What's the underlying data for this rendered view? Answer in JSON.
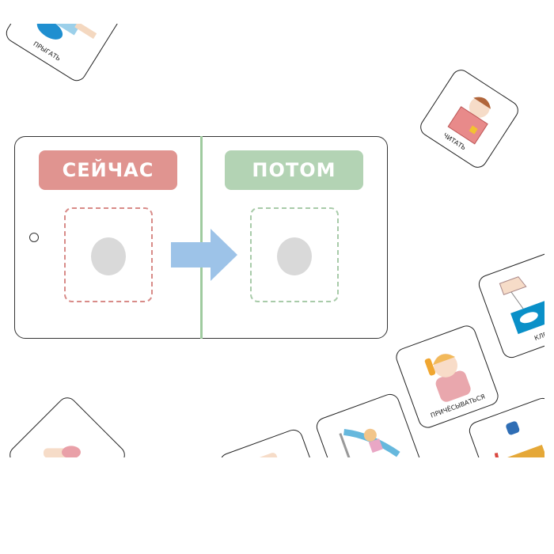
{
  "board": {
    "now_label": "СЕЙЧАС",
    "then_label": "ПОТОМ",
    "now_color": "#e09490",
    "then_color": "#b3d3b4",
    "arrow_color": "#9dc3e8"
  },
  "cards": [
    {
      "label": "ПРЫГАТЬ"
    },
    {
      "label": "ЧИТАТЬ"
    },
    {
      "label": "ПРИЧЁСЫВАТЬСЯ"
    },
    {
      "label": "КЛЕИ"
    }
  ]
}
